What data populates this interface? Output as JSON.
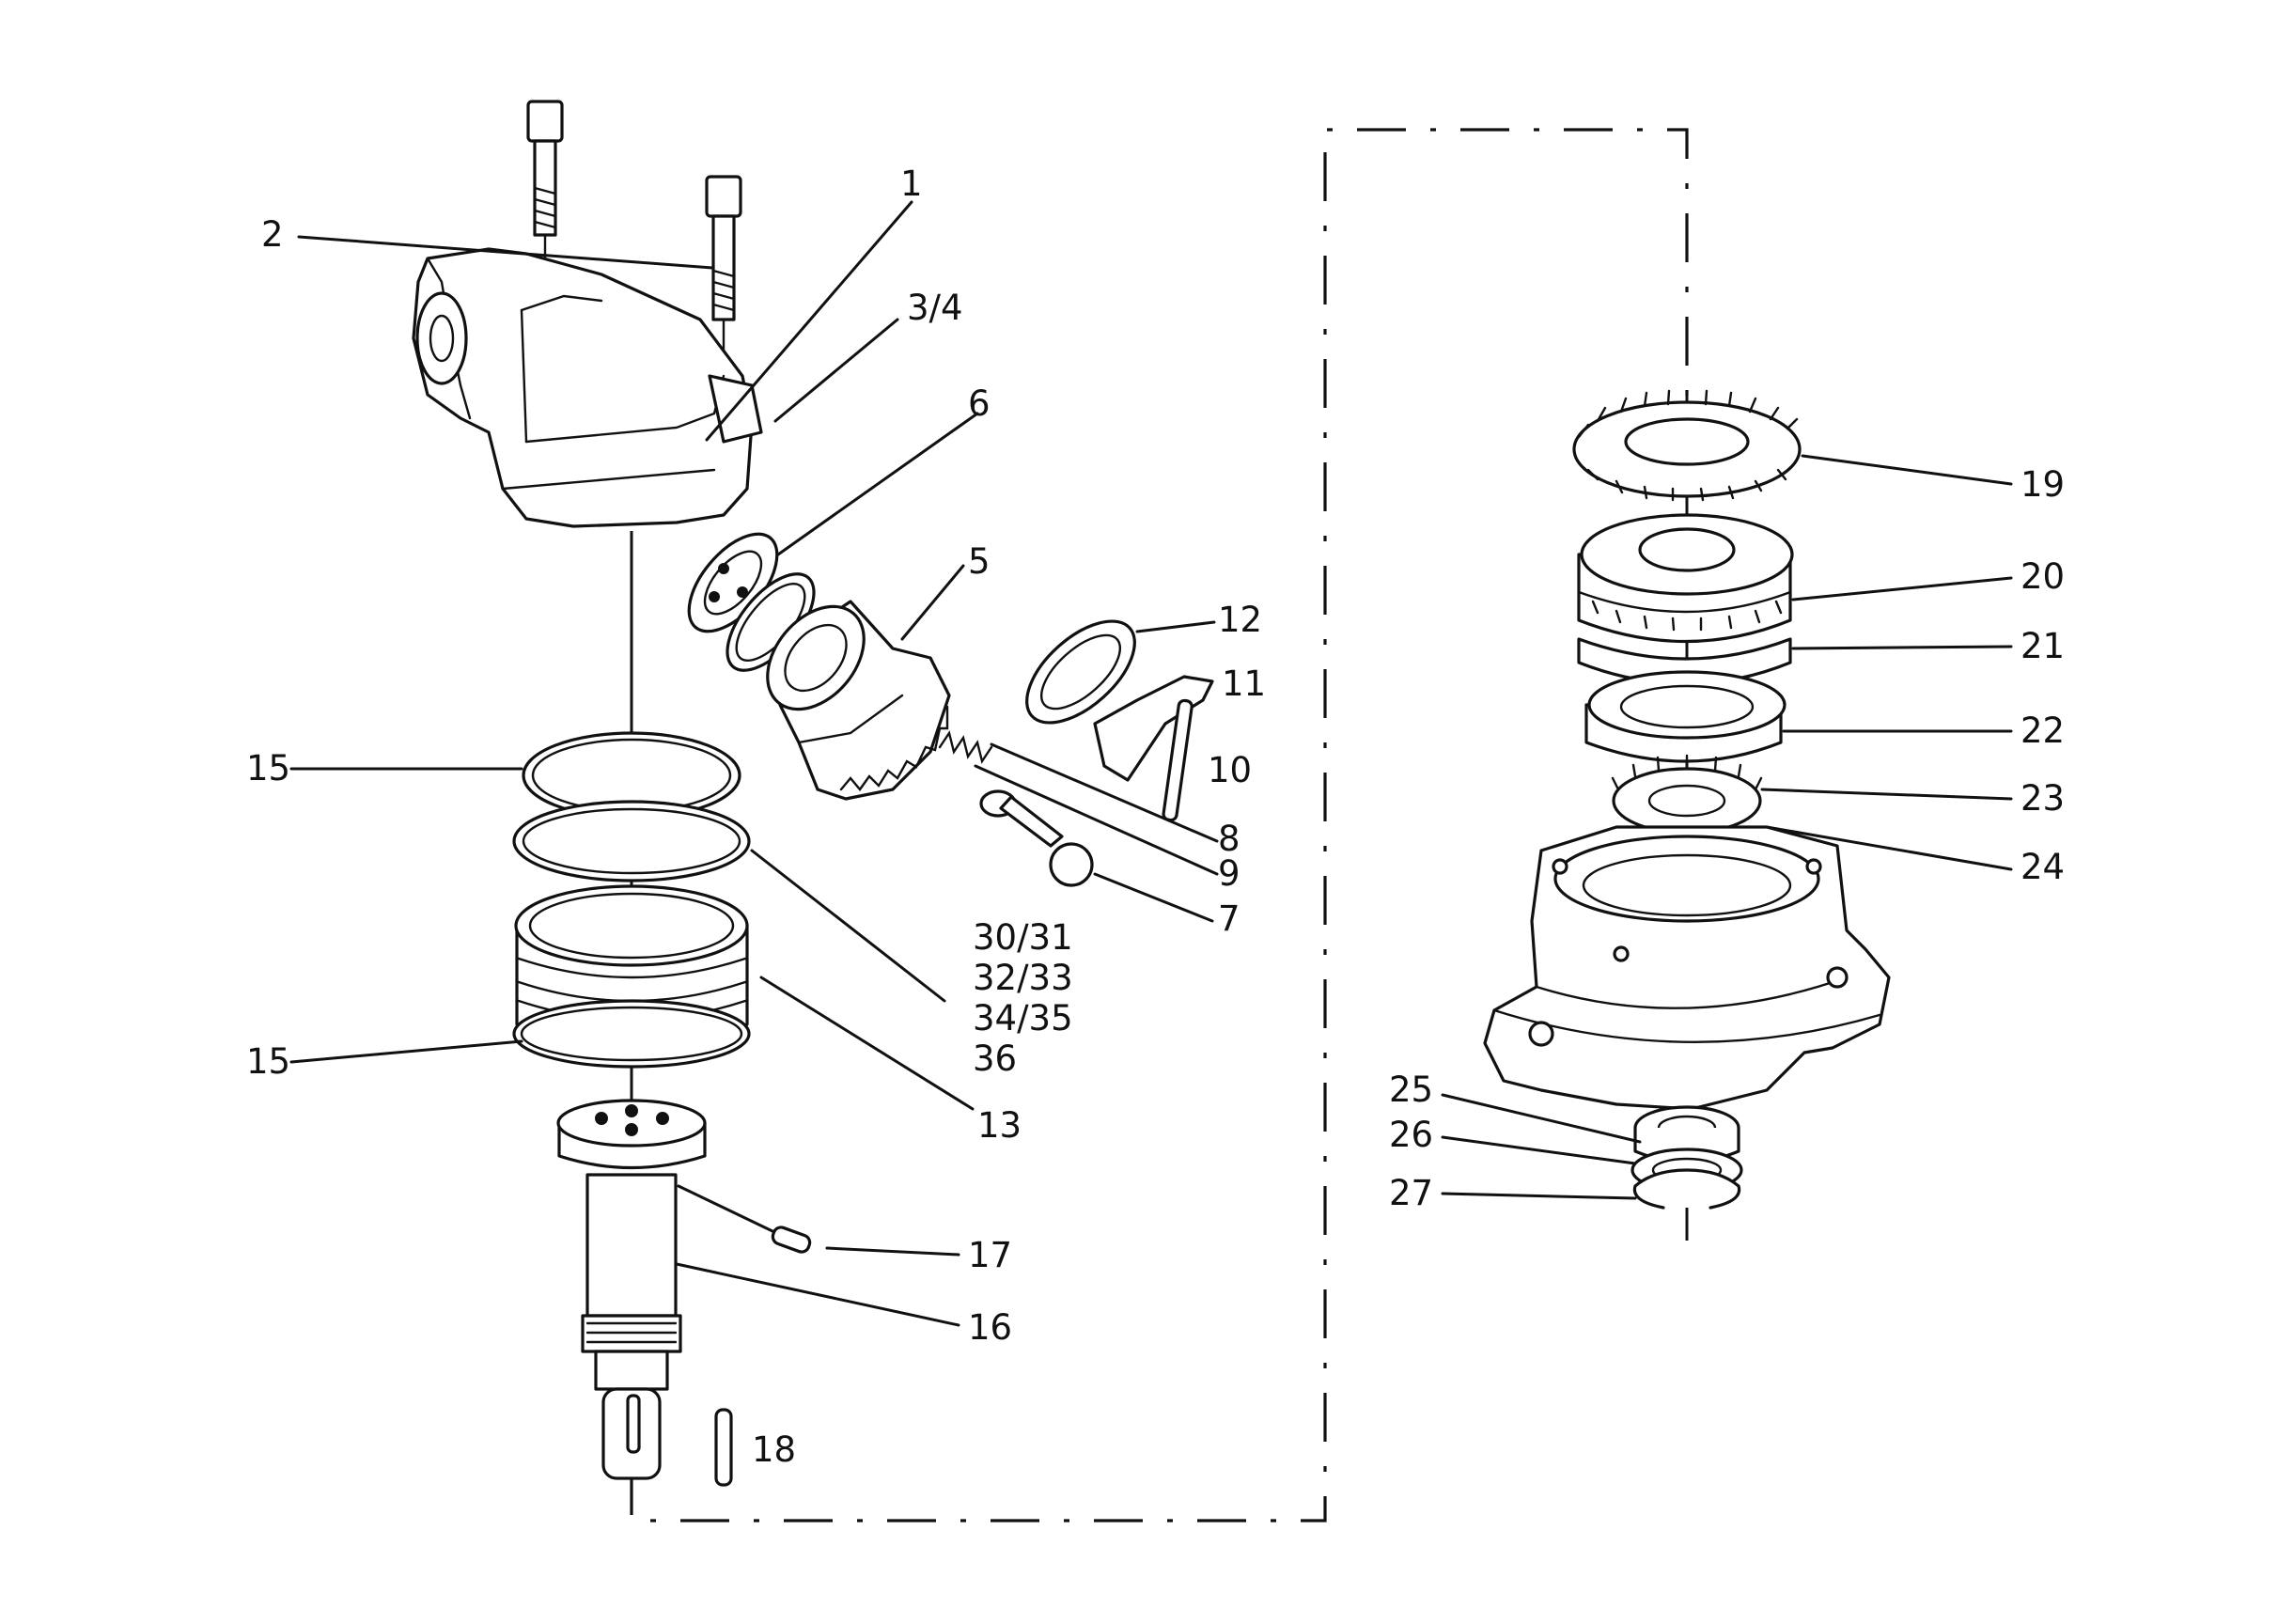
{
  "labels": {
    "l1": "1",
    "l2": "2",
    "l34": "3/4",
    "l5": "5",
    "l6": "6",
    "l7": "7",
    "l8": "8",
    "l9": "9",
    "l10": "10",
    "l11": "11",
    "l12": "12",
    "l13": "13",
    "l15a": "15",
    "l15b": "15",
    "l16": "16",
    "l17": "17",
    "l18": "18",
    "l19": "19",
    "l20": "20",
    "l21": "21",
    "l22": "22",
    "l23": "23",
    "l24": "24",
    "l25": "25",
    "l26": "26",
    "l27": "27",
    "l3031": "30/31",
    "l3233": "32/33",
    "l3435": "34/35",
    "l36": "36"
  }
}
